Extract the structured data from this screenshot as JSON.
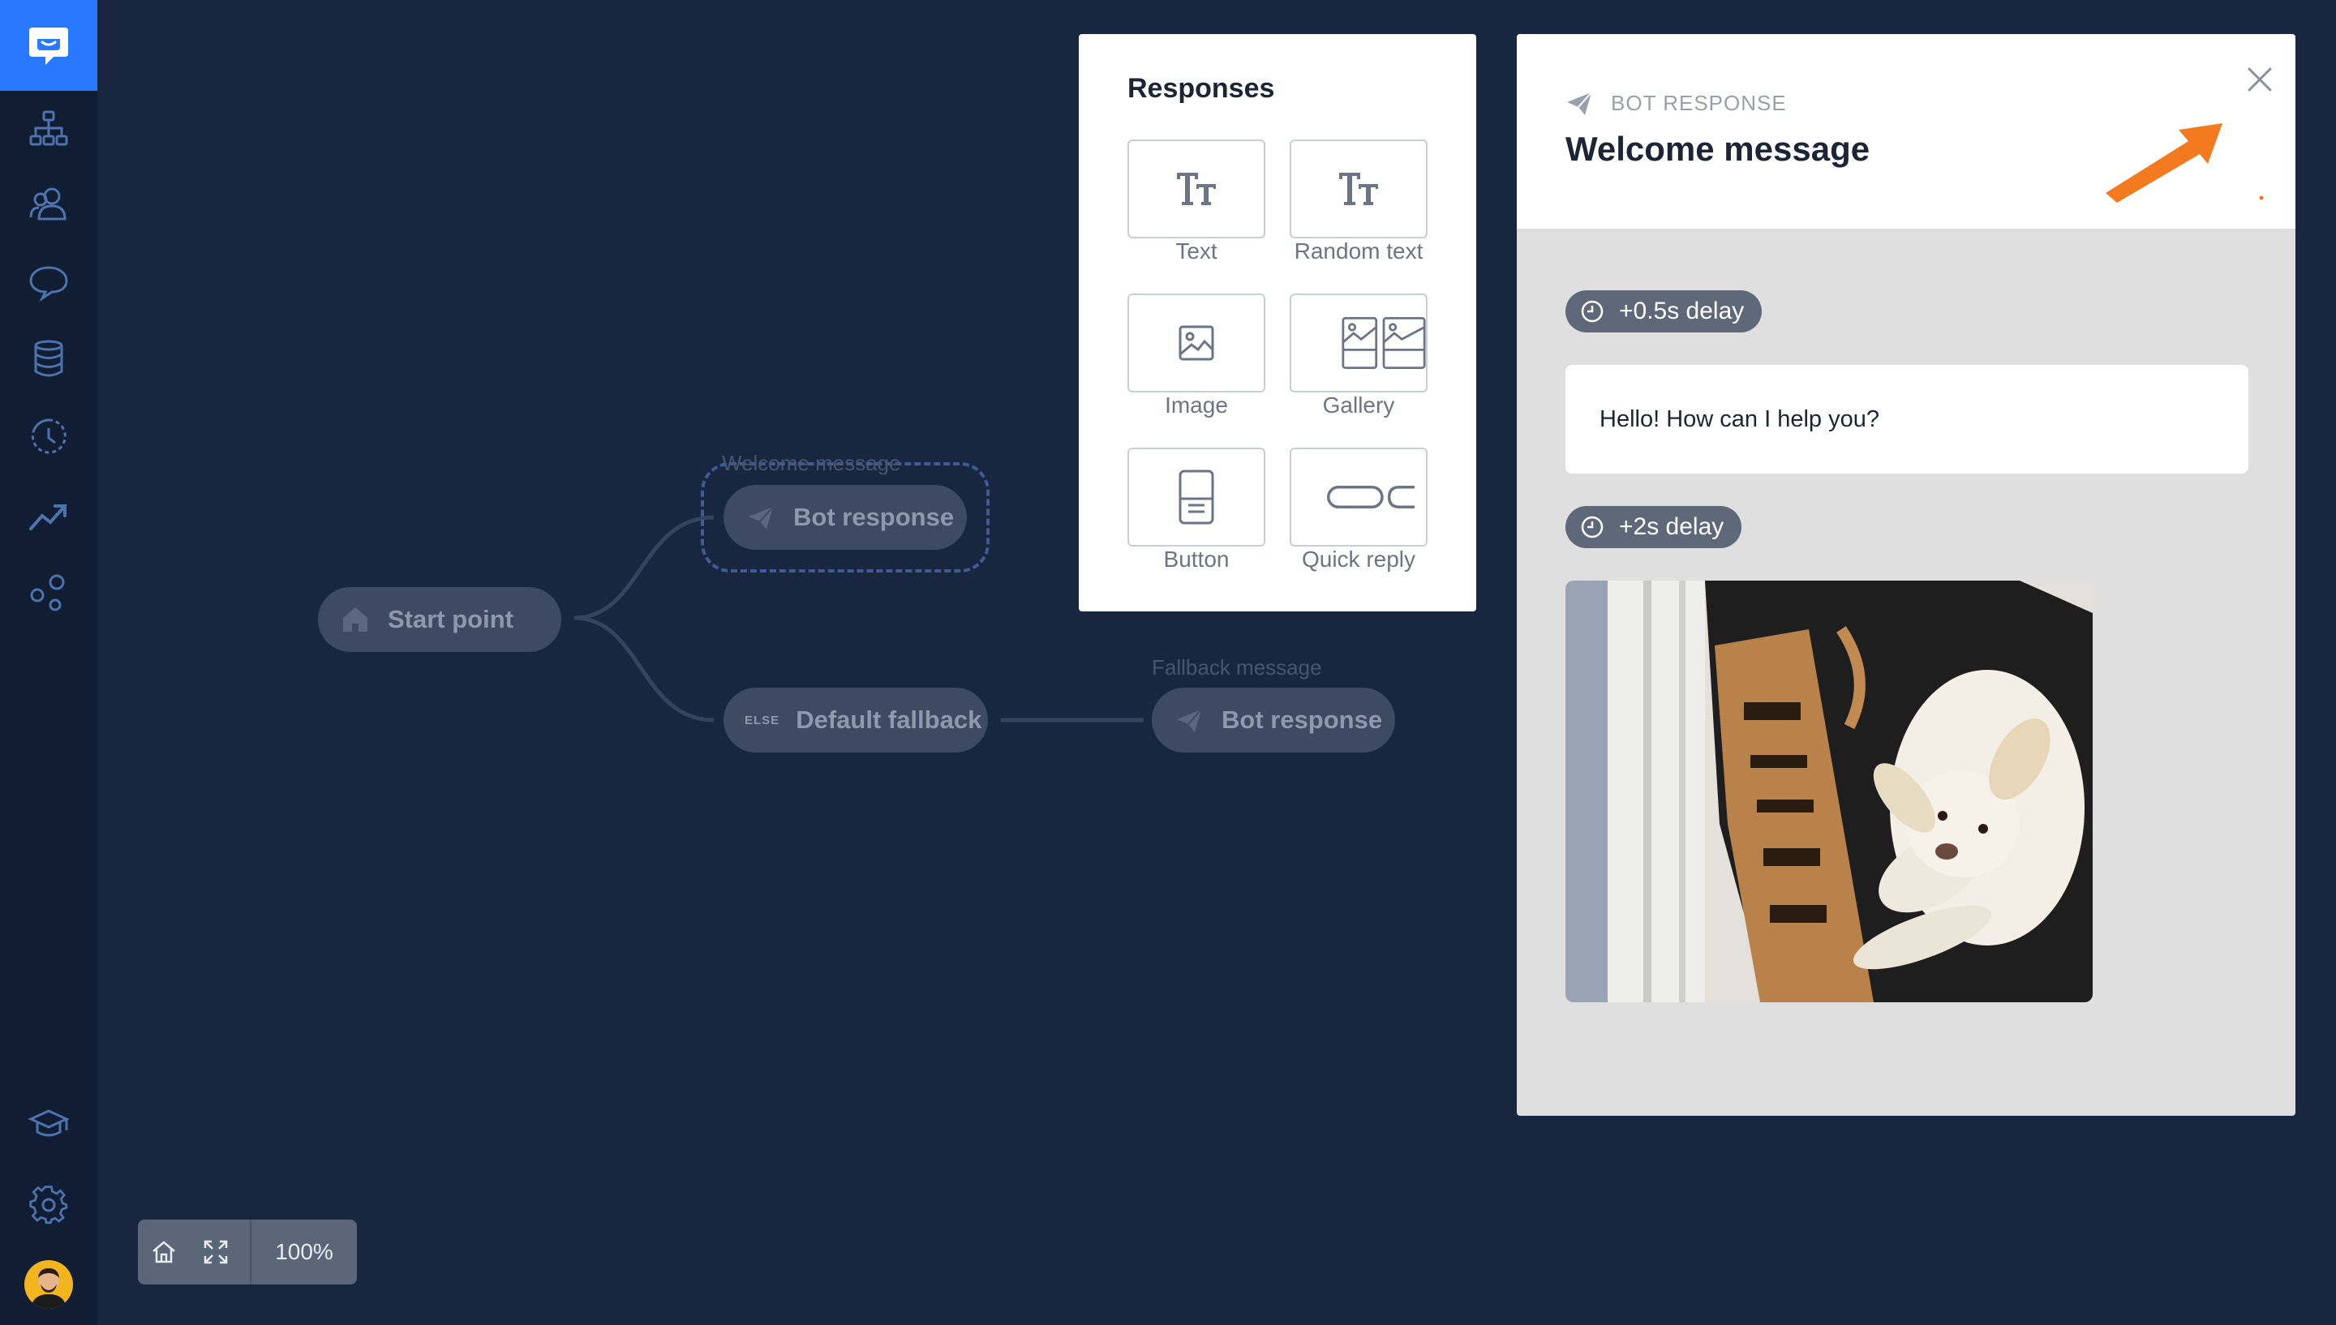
{
  "sidebar": {
    "items": [
      "flows-icon",
      "audience-icon",
      "chat-icon",
      "data-icon",
      "history-icon",
      "reports-icon",
      "integrations-icon",
      "learning-icon",
      "settings-icon"
    ],
    "accent": "#2979ff"
  },
  "canvas": {
    "start": {
      "label": "Start point"
    },
    "welcome": {
      "caption": "Welcome message",
      "label": "Bot response"
    },
    "fallback": {
      "tag": "ELSE",
      "label": "Default fallback"
    },
    "fallback_response": {
      "caption": "Fallback message",
      "label": "Bot response"
    },
    "zoom": "100%"
  },
  "responses": {
    "title": "Responses",
    "tiles": [
      {
        "label": "Text",
        "icon": "text-icon"
      },
      {
        "label": "Random text",
        "icon": "random-text-icon"
      },
      {
        "label": "Image",
        "icon": "image-icon"
      },
      {
        "label": "Gallery",
        "icon": "gallery-icon"
      },
      {
        "label": "Button",
        "icon": "button-icon"
      },
      {
        "label": "Quick reply",
        "icon": "quick-reply-icon"
      }
    ]
  },
  "panel": {
    "kicker": "BOT RESPONSE",
    "title": "Welcome message",
    "delay1": "+0.5s delay",
    "message": "Hello! How can I help you?",
    "delay2": "+2s delay",
    "arrow_color": "#f47a1f"
  }
}
